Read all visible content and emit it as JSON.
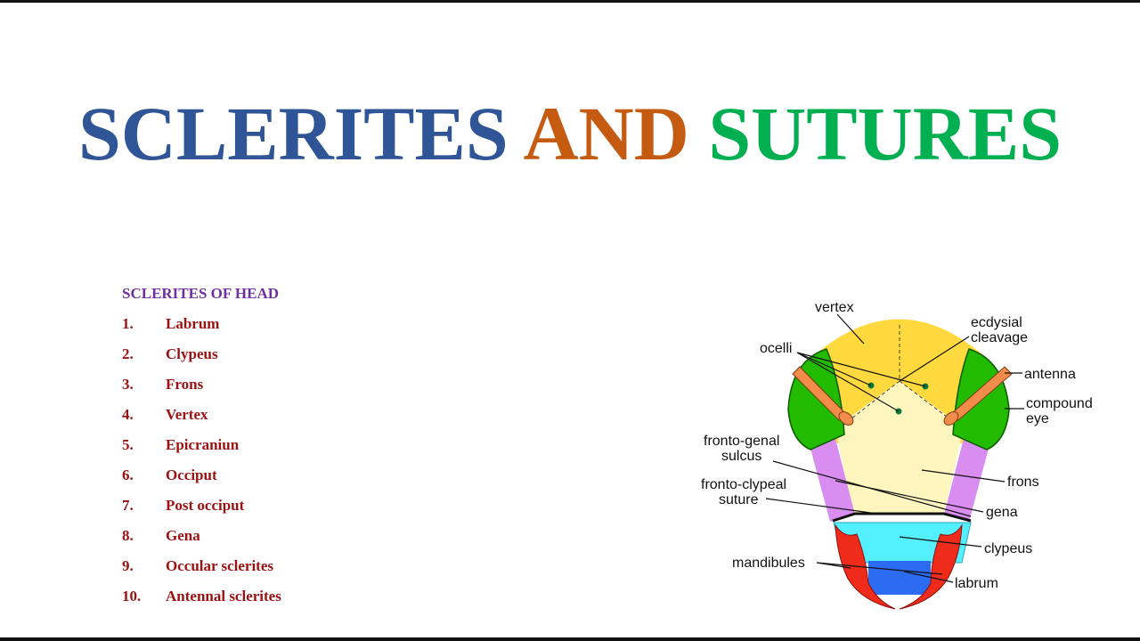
{
  "title": {
    "part1": "SCLERITES",
    "part2": "AND",
    "part3": "SUTURES"
  },
  "colors": {
    "part1": "#2f5597",
    "part2": "#c55a11",
    "part3": "#00b050",
    "heading": "#7030a0",
    "items": "#9b1111"
  },
  "heading": "SCLERITES OF HEAD",
  "items": [
    {
      "num": "1.",
      "label": "Labrum"
    },
    {
      "num": "2.",
      "label": "Clypeus"
    },
    {
      "num": "3.",
      "label": "Frons"
    },
    {
      "num": "4.",
      "label": "Vertex"
    },
    {
      "num": "5.",
      "label": "Epicraniun"
    },
    {
      "num": "6.",
      "label": "Occiput"
    },
    {
      "num": "7.",
      "label": "Post occiput"
    },
    {
      "num": "8.",
      "label": "Gena"
    },
    {
      "num": "9.",
      "label": "Occular sclerites"
    },
    {
      "num": "10.",
      "label": "Antennal sclerites"
    }
  ],
  "diagram": {
    "vertex": "vertex",
    "ecdysial1": "ecdysial",
    "ecdysial2": "cleavage",
    "ocelli": "ocelli",
    "antenna": "antenna",
    "compound1": "compound",
    "compound2": "eye",
    "frontogenal1": "fronto-genal",
    "frontogenal2": "sulcus",
    "frons": "frons",
    "frontoclypeal1": "fronto-clypeal",
    "frontoclypeal2": "suture",
    "gena": "gena",
    "clypeus": "clypeus",
    "mandibules": "mandibules",
    "labrum": "labrum"
  }
}
